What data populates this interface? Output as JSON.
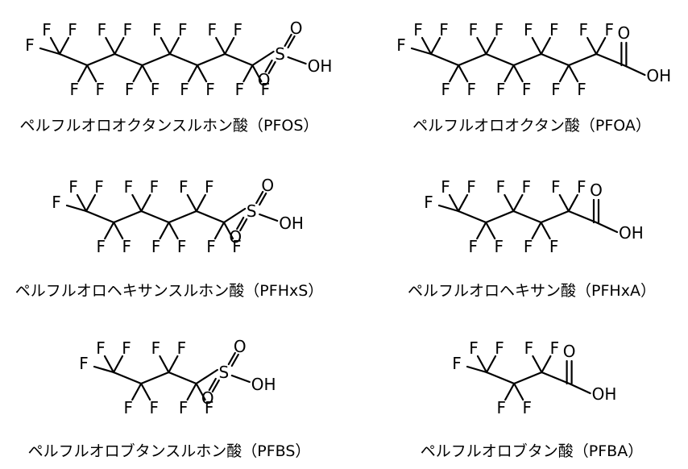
{
  "molecules": [
    {
      "id": "pfos",
      "chain_carbons": 8,
      "head": "sulfonic",
      "caption": "ペルフルオロオクタンスルホン酸（PFOS）"
    },
    {
      "id": "pfoa",
      "chain_carbons": 7,
      "head": "carboxylic",
      "caption": "ペルフルオロオクタン酸（PFOA）"
    },
    {
      "id": "pfhxs",
      "chain_carbons": 6,
      "head": "sulfonic",
      "caption": "ペルフルオロヘキサンスルホン酸（PFHxS）"
    },
    {
      "id": "pfhxa",
      "chain_carbons": 5,
      "head": "carboxylic",
      "caption": "ペルフルオロヘキサン酸（PFHxA）"
    },
    {
      "id": "pfbs",
      "chain_carbons": 4,
      "head": "sulfonic",
      "caption": "ペルフルオロブタンスルホン酸（PFBS）"
    },
    {
      "id": "pfba",
      "chain_carbons": 3,
      "head": "carboxylic",
      "caption": "ペルフルオロブタン酸（PFBA）"
    }
  ],
  "atoms": {
    "fluorine": "F",
    "sulfur": "S",
    "oxygen": "O",
    "hydroxyl": "OH"
  }
}
